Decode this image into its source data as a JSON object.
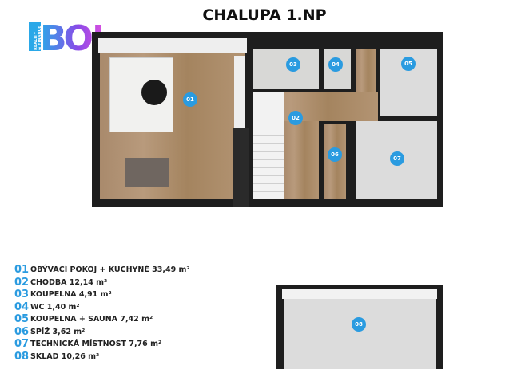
{
  "title": "CHALUPA 1.NP",
  "logo": {
    "text": "BO!",
    "subtext": "REALITY & FINANCE",
    "colors": [
      "#2aa8e8",
      "#8a4be8",
      "#d94ee0"
    ]
  },
  "accent": "#2a9be0",
  "rooms": [
    {
      "no": "01",
      "label": "OBÝVACÍ POKOJ + KUCHYNĚ 33,49 m²"
    },
    {
      "no": "02",
      "label": "CHODBA 12,14 m²"
    },
    {
      "no": "03",
      "label": "KOUPELNA 4,91 m²"
    },
    {
      "no": "04",
      "label": "WC 1,40 m²"
    },
    {
      "no": "05",
      "label": "KOUPELNA + SAUNA 7,42 m²"
    },
    {
      "no": "06",
      "label": "SPÍŽ 3,62 m²"
    },
    {
      "no": "07",
      "label": "TECHNICKÁ MÍSTNOST 7,76 m²"
    },
    {
      "no": "08",
      "label": "SKLAD 10,26 m²"
    }
  ]
}
